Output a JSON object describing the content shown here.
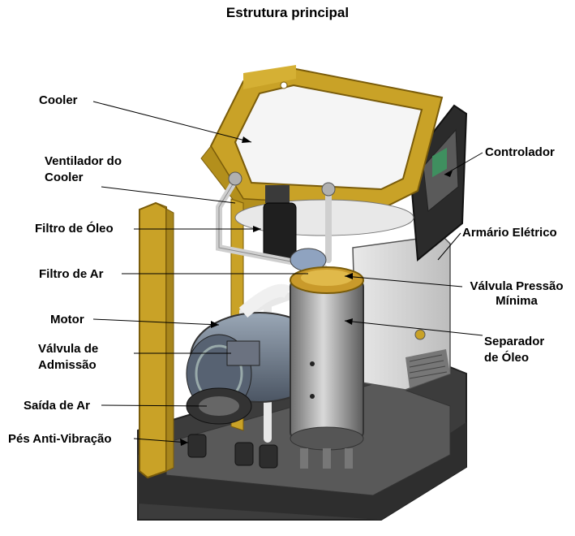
{
  "title": "Estrutura principal",
  "labels": {
    "cooler": "Cooler",
    "ventilador_l1": "Ventilador do",
    "ventilador_l2": "Cooler",
    "filtro_oleo": "Filtro de Óleo",
    "filtro_ar": "Filtro de Ar",
    "motor": "Motor",
    "valvula_adm_l1": "Válvula de",
    "valvula_adm_l2": "Admissão",
    "saida_ar": "Saída de Ar",
    "pes": "Pés Anti-Vibração",
    "controlador": "Controlador",
    "armario": "Armário Elétrico",
    "valvula_pressao_l1": "Válvula Pressão",
    "valvula_pressao_l2": "Mínima",
    "separador_l1": "Separador",
    "separador_l2": "de Óleo"
  },
  "colors": {
    "frame": "#c9a227",
    "frame_dark": "#8a6a10",
    "base": "#4a4a4a",
    "steel": "#a8a8a8"
  }
}
